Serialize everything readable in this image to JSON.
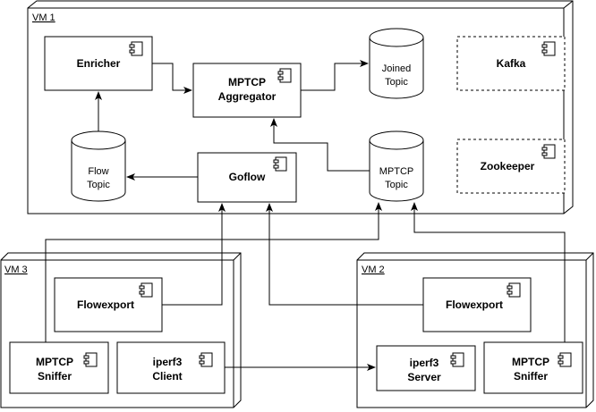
{
  "vms": {
    "vm1": {
      "label": "VM 1"
    },
    "vm2": {
      "label": "VM 2"
    },
    "vm3": {
      "label": "VM 3"
    }
  },
  "components": {
    "enricher": {
      "label": [
        "Enricher"
      ]
    },
    "aggregator": {
      "label": [
        "MPTCP",
        "Aggregator"
      ]
    },
    "kafka": {
      "label": [
        "Kafka"
      ]
    },
    "zookeeper": {
      "label": [
        "Zookeeper"
      ]
    },
    "goflow": {
      "label": [
        "Goflow"
      ]
    },
    "flowexport_vm3": {
      "label": [
        "Flowexport"
      ]
    },
    "sniffer_vm3": {
      "label": [
        "MPTCP",
        "Sniffer"
      ]
    },
    "iperf_client": {
      "label": [
        "iperf3",
        "Client"
      ]
    },
    "flowexport_vm2": {
      "label": [
        "Flowexport"
      ]
    },
    "iperf_server": {
      "label": [
        "iperf3",
        "Server"
      ]
    },
    "sniffer_vm2": {
      "label": [
        "MPTCP",
        "Sniffer"
      ]
    }
  },
  "topics": {
    "joined": {
      "label": [
        "Joined",
        "Topic"
      ]
    },
    "flow": {
      "label": [
        "Flow",
        "Topic"
      ]
    },
    "mptcp": {
      "label": [
        "MPTCP",
        "Topic"
      ]
    }
  },
  "icon": "uml-component-icon"
}
